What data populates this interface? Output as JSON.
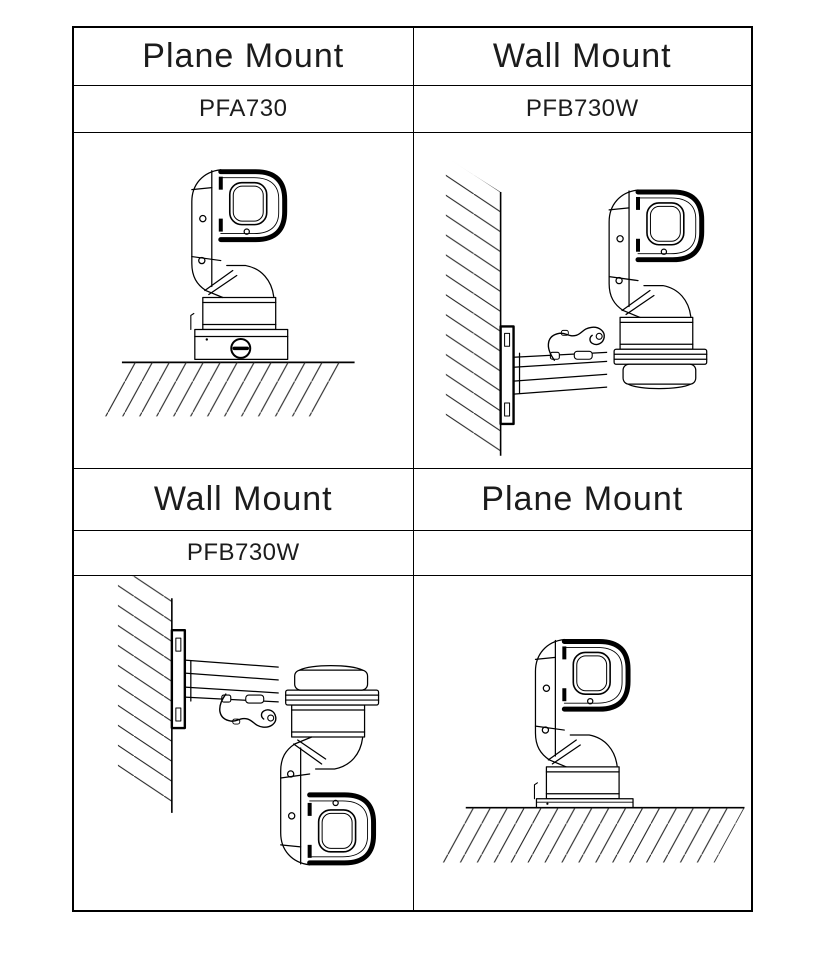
{
  "page": {
    "background": "#ffffff",
    "line_color": "#000000"
  },
  "table": {
    "cells": [
      {
        "position": "top-left",
        "title": "Plane Mount",
        "model": "PFA730",
        "drawing": "ptz-camera-upright-on-plane-surface"
      },
      {
        "position": "top-right",
        "title": "Wall Mount",
        "model": "PFB730W",
        "drawing": "ptz-camera-upright-on-wall-bracket"
      },
      {
        "position": "bottom-left",
        "title": "Wall Mount",
        "model": "PFB730W",
        "drawing": "ptz-camera-inverted-under-wall-bracket"
      },
      {
        "position": "bottom-right",
        "title": "Plane Mount",
        "model": "",
        "drawing": "ptz-camera-upright-on-plane-surface"
      }
    ]
  }
}
